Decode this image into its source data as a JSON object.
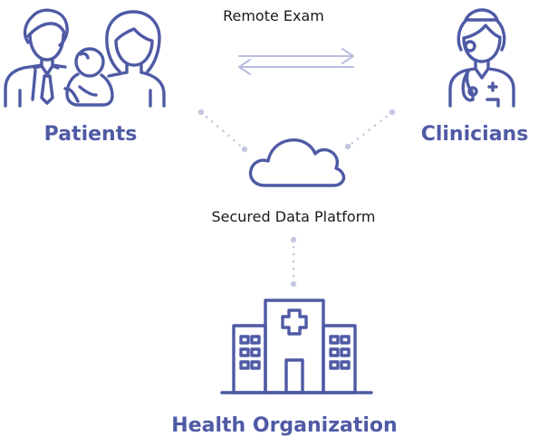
{
  "diagram": {
    "top_caption": "Remote Exam",
    "platform_caption": "Secured Data Platform",
    "left_role": "Patients",
    "right_role": "Clinicians",
    "bottom_role": "Health Organization"
  },
  "colors": {
    "icon_stroke": "#4f5aa5",
    "role_text": "#4f5aa5",
    "caption_text": "#1a1a1a",
    "arrow": "#b7bddf",
    "connector_dots": "#c4c8e3",
    "background": "#ffffff"
  },
  "icons": {
    "patients": "family-icon",
    "clinicians": "nurse-icon",
    "platform": "cloud-icon",
    "organization": "hospital-icon",
    "exchange": "double-arrow-icon"
  }
}
